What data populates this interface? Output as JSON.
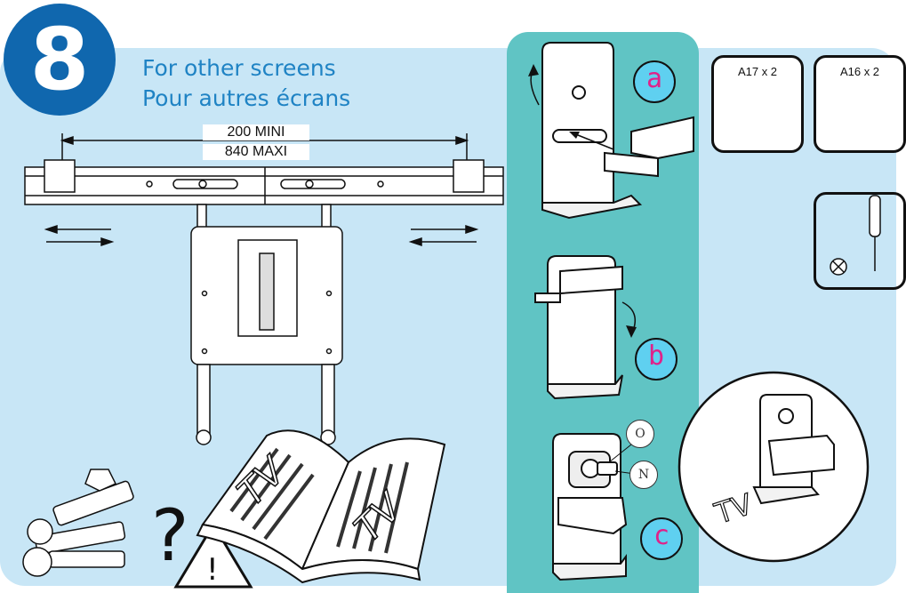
{
  "step": {
    "number": "8"
  },
  "title": {
    "en": "For other screens",
    "fr": "Pour autres écrans"
  },
  "dimensions": {
    "min": "200 MINI",
    "max": "840 MAXI"
  },
  "substeps": [
    {
      "letter": "a"
    },
    {
      "letter": "b"
    },
    {
      "letter": "c"
    }
  ],
  "hardware": [
    {
      "label": "A17 x 2"
    },
    {
      "label": "A16 x 2"
    }
  ],
  "callouts": {
    "o": "O",
    "n": "N"
  },
  "labels": {
    "tv": "TV",
    "book_tv": "TV",
    "question": "?",
    "warning": "!"
  },
  "colors": {
    "panel_bg": "#c8e6f6",
    "teal": "#60c4c4",
    "badge": "#1067ae",
    "title": "#1f83c4",
    "letter_bg": "#5fd0f0",
    "letter_text": "#e0228a"
  },
  "icons": [
    "screwdriver-icon",
    "phillips-icon",
    "warning-icon",
    "arrow-left-icon",
    "arrow-right-icon"
  ]
}
